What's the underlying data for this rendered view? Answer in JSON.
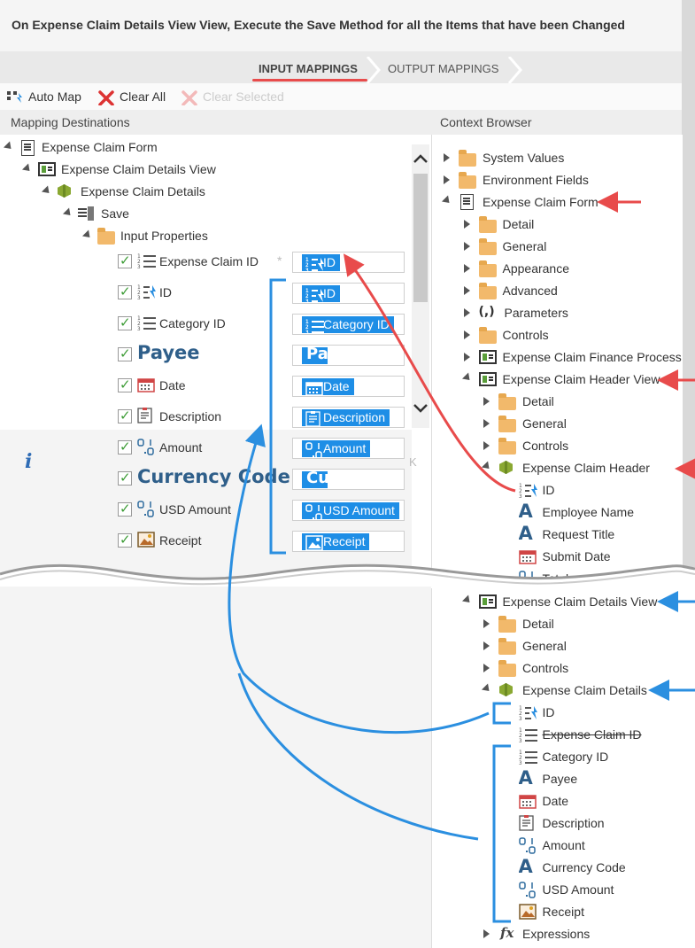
{
  "header": {
    "title": "On Expense Claim Details View View, Execute the Save Method for all the Items that have been Changed"
  },
  "tabs": [
    {
      "label": "INPUT MAPPINGS",
      "active": true
    },
    {
      "label": "OUTPUT MAPPINGS",
      "active": false
    }
  ],
  "toolbar": {
    "auto_map": "Auto Map",
    "clear_all": "Clear All",
    "clear_selected": "Clear Selected"
  },
  "mapping_destinations": {
    "title": "Mapping Destinations",
    "tree": {
      "form": "Expense Claim Form",
      "view": "Expense Claim Details View",
      "smartobject": "Expense Claim Details",
      "method": "Save",
      "input_properties": "Input Properties"
    },
    "properties": [
      {
        "label": "Expense Claim ID",
        "icon": "number-list-icon",
        "required": true,
        "mapped": "ID",
        "mapped_icon": "autonumber-icon"
      },
      {
        "label": "ID",
        "icon": "autonumber-icon",
        "required": false,
        "mapped": "ID",
        "mapped_icon": "autonumber-icon"
      },
      {
        "label": "Category ID",
        "icon": "number-list-icon",
        "required": false,
        "mapped": "Category ID",
        "mapped_icon": "number-list-icon"
      },
      {
        "label": "Payee",
        "icon": "text-icon",
        "required": false,
        "mapped": "Payee",
        "mapped_icon": "text-icon"
      },
      {
        "label": "Date",
        "icon": "calendar-icon",
        "required": false,
        "mapped": "Date",
        "mapped_icon": "calendar-icon"
      },
      {
        "label": "Description",
        "icon": "memo-icon",
        "required": false,
        "mapped": "Description",
        "mapped_icon": "memo-icon"
      },
      {
        "label": "Amount",
        "icon": "decimal-icon",
        "required": false,
        "mapped": "Amount",
        "mapped_icon": "decimal-icon"
      },
      {
        "label": "Currency Code",
        "icon": "text-icon",
        "required": false,
        "mapped": "Currency Code",
        "mapped_icon": "text-icon"
      },
      {
        "label": "USD Amount",
        "icon": "decimal-icon",
        "required": false,
        "mapped": "USD Amount",
        "mapped_icon": "decimal-icon"
      },
      {
        "label": "Receipt",
        "icon": "image-icon",
        "required": false,
        "mapped": "Receipt",
        "mapped_icon": "image-icon"
      }
    ],
    "required_marker": "*",
    "back_label_fragment": "K"
  },
  "context_browser": {
    "title": "Context Browser",
    "nodes": [
      {
        "label": "System Values",
        "icon": "folder-icon",
        "expander": "collapsed"
      },
      {
        "label": "Environment Fields",
        "icon": "folder-icon",
        "expander": "collapsed"
      },
      {
        "label": "Expense Claim Form",
        "icon": "form-icon",
        "expander": "expanded"
      },
      {
        "label": "Detail",
        "icon": "folder-icon",
        "expander": "collapsed"
      },
      {
        "label": "General",
        "icon": "folder-icon",
        "expander": "collapsed"
      },
      {
        "label": "Appearance",
        "icon": "folder-icon",
        "expander": "collapsed"
      },
      {
        "label": "Advanced",
        "icon": "folder-icon",
        "expander": "collapsed"
      },
      {
        "label": "Parameters",
        "icon": "parameters-icon",
        "expander": "collapsed"
      },
      {
        "label": "Controls",
        "icon": "folder-icon",
        "expander": "collapsed"
      },
      {
        "label": "Expense Claim Finance Processi",
        "icon": "view-icon",
        "expander": "collapsed"
      },
      {
        "label": "Expense Claim Header View",
        "icon": "view-icon",
        "expander": "expanded"
      },
      {
        "label": "Detail",
        "icon": "folder-icon",
        "expander": "collapsed"
      },
      {
        "label": "General",
        "icon": "folder-icon",
        "expander": "collapsed"
      },
      {
        "label": "Controls",
        "icon": "folder-icon",
        "expander": "collapsed"
      },
      {
        "label": "Expense Claim Header",
        "icon": "smartobject-icon",
        "expander": "expanded"
      },
      {
        "label": "ID",
        "icon": "autonumber-icon",
        "expander": "none"
      },
      {
        "label": "Employee Name",
        "icon": "text-icon",
        "expander": "none"
      },
      {
        "label": "Request Title",
        "icon": "text-icon",
        "expander": "none"
      },
      {
        "label": "Submit Date",
        "icon": "calendar-icon",
        "expander": "none"
      },
      {
        "label": "Totals",
        "icon": "decimal-icon",
        "expander": "none"
      },
      {
        "label": "Expense Claim Details View",
        "icon": "view-icon",
        "expander": "expanded"
      },
      {
        "label": "Detail",
        "icon": "folder-icon",
        "expander": "collapsed"
      },
      {
        "label": "General",
        "icon": "folder-icon",
        "expander": "collapsed"
      },
      {
        "label": "Controls",
        "icon": "folder-icon",
        "expander": "collapsed"
      },
      {
        "label": "Expense Claim Details",
        "icon": "smartobject-icon",
        "expander": "expanded"
      },
      {
        "label": "ID",
        "icon": "autonumber-icon",
        "expander": "none"
      },
      {
        "label": "Expense Claim ID",
        "icon": "number-list-icon",
        "expander": "none",
        "struck": true
      },
      {
        "label": "Category ID",
        "icon": "number-list-icon",
        "expander": "none"
      },
      {
        "label": "Payee",
        "icon": "text-icon",
        "expander": "none"
      },
      {
        "label": "Date",
        "icon": "calendar-icon",
        "expander": "none"
      },
      {
        "label": "Description",
        "icon": "memo-icon",
        "expander": "none"
      },
      {
        "label": "Amount",
        "icon": "decimal-icon",
        "expander": "none"
      },
      {
        "label": "Currency Code",
        "icon": "text-icon",
        "expander": "none"
      },
      {
        "label": "USD Amount",
        "icon": "decimal-icon",
        "expander": "none"
      },
      {
        "label": "Receipt",
        "icon": "image-icon",
        "expander": "none"
      },
      {
        "label": "Expressions",
        "icon": "fx-icon",
        "expander": "collapsed"
      }
    ]
  },
  "colors": {
    "accent_blue": "#1e8ee6",
    "annotation_red": "#e84b4b",
    "annotation_blue": "#2b8fe0",
    "check_green": "#3d9c36"
  }
}
